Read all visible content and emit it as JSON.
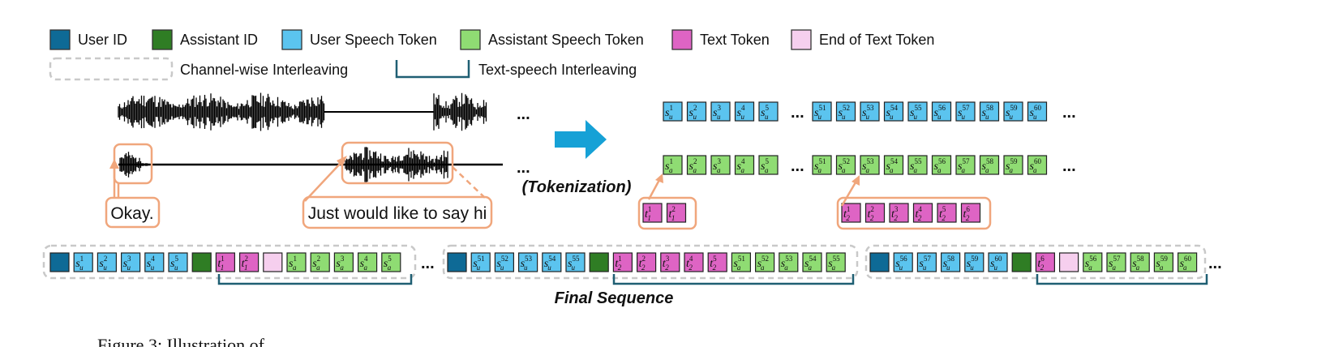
{
  "legend": {
    "user_id": "User ID",
    "assistant_id": "Assistant ID",
    "user_speech": "User Speech Token",
    "assistant_speech": "Assistant Speech Token",
    "text_token": "Text Token",
    "eot_token": "End of Text Token",
    "channel_interleaving": "Channel-wise Interleaving",
    "text_speech_interleaving": "Text-speech Interleaving"
  },
  "colors": {
    "user_id": "#0e6a96",
    "assistant_id": "#2f7d24",
    "user_speech": "#5bc4ef",
    "assistant_speech": "#8fdc73",
    "text_token": "#de64c4",
    "eot_token": "#f6cfee",
    "accent_orange": "#f0a67c",
    "arrow_blue": "#16a1d6",
    "bracket": "#1f5f73",
    "dashed_gray": "#c9c9c9"
  },
  "transcripts": {
    "okay": "Okay.",
    "hi": "Just would like to say hi"
  },
  "labels": {
    "ellipsis": "...",
    "tokenization": "(Tokenization)",
    "final_sequence": "Final Sequence",
    "caption_partial": "Figure 3: Illustration of ..."
  }
}
